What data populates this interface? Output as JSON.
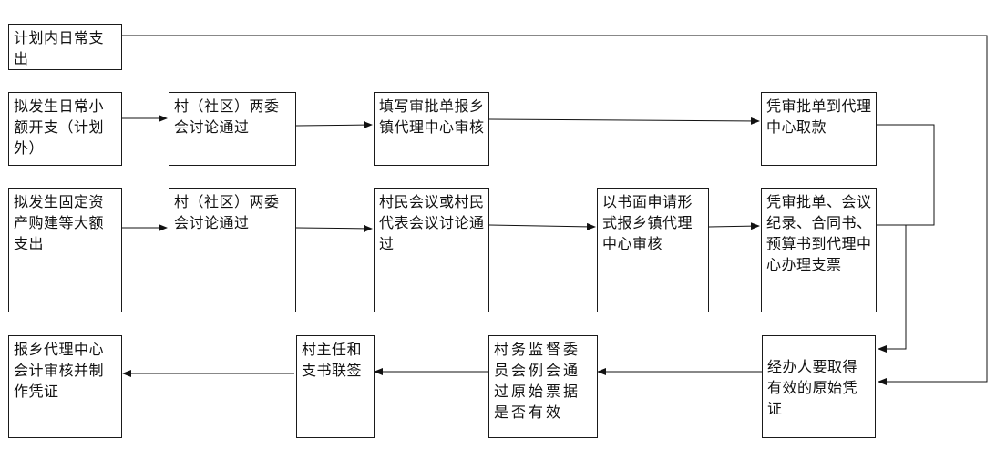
{
  "nodes": {
    "planned_expense": "计划内日常支出",
    "unplanned_small": "拟发生日常小额开支（计划外）",
    "committee_1": "村（社区）两委会讨论通过",
    "fill_form": "填写审批单报乡镇代理中心审核",
    "withdraw_cash": "凭审批单到代理中心取款",
    "fixed_asset": "拟发生固定资产购建等大额支出",
    "committee_2": "村（社区）两委会讨论通过",
    "villagers_meeting": "村民会议或村民代表会议讨论通过",
    "written_application": "以书面申请形式报乡镇代理中心审核",
    "process_voucher": "凭审批单、会议纪录、合同书、预算书到代理中心办理支票",
    "obtain_voucher": "经办人要取得有效的原始凭证",
    "supervision_committee": "村务监督委员会例会通过原始票据是否有效",
    "director_signoff": "村主任和支书联签",
    "report_center": "报乡代理中心会计审核并制作凭证"
  }
}
